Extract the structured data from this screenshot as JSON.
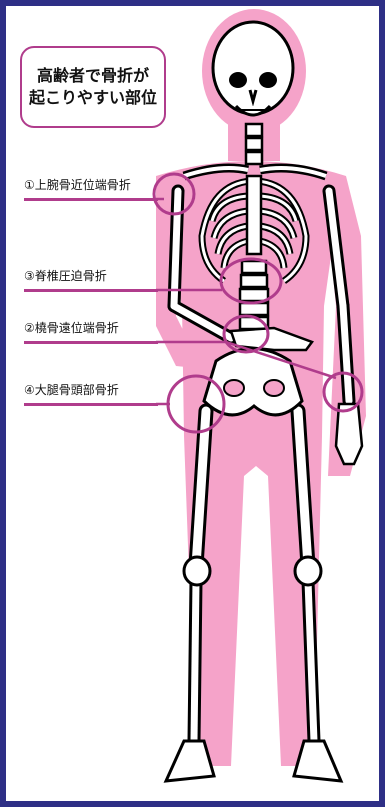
{
  "title": {
    "line1": "高齢者で骨折が",
    "line2": "起こりやすい部位"
  },
  "sites": [
    {
      "label": "①上腕骨近位端骨折"
    },
    {
      "label": "③脊椎圧迫骨折"
    },
    {
      "label": "②橈骨遠位端骨折"
    },
    {
      "label": "④大腿骨頭部骨折"
    }
  ],
  "colors": {
    "frame": "#2e2f86",
    "highlight": "#b03c8c",
    "body": "#f5a3c9"
  }
}
